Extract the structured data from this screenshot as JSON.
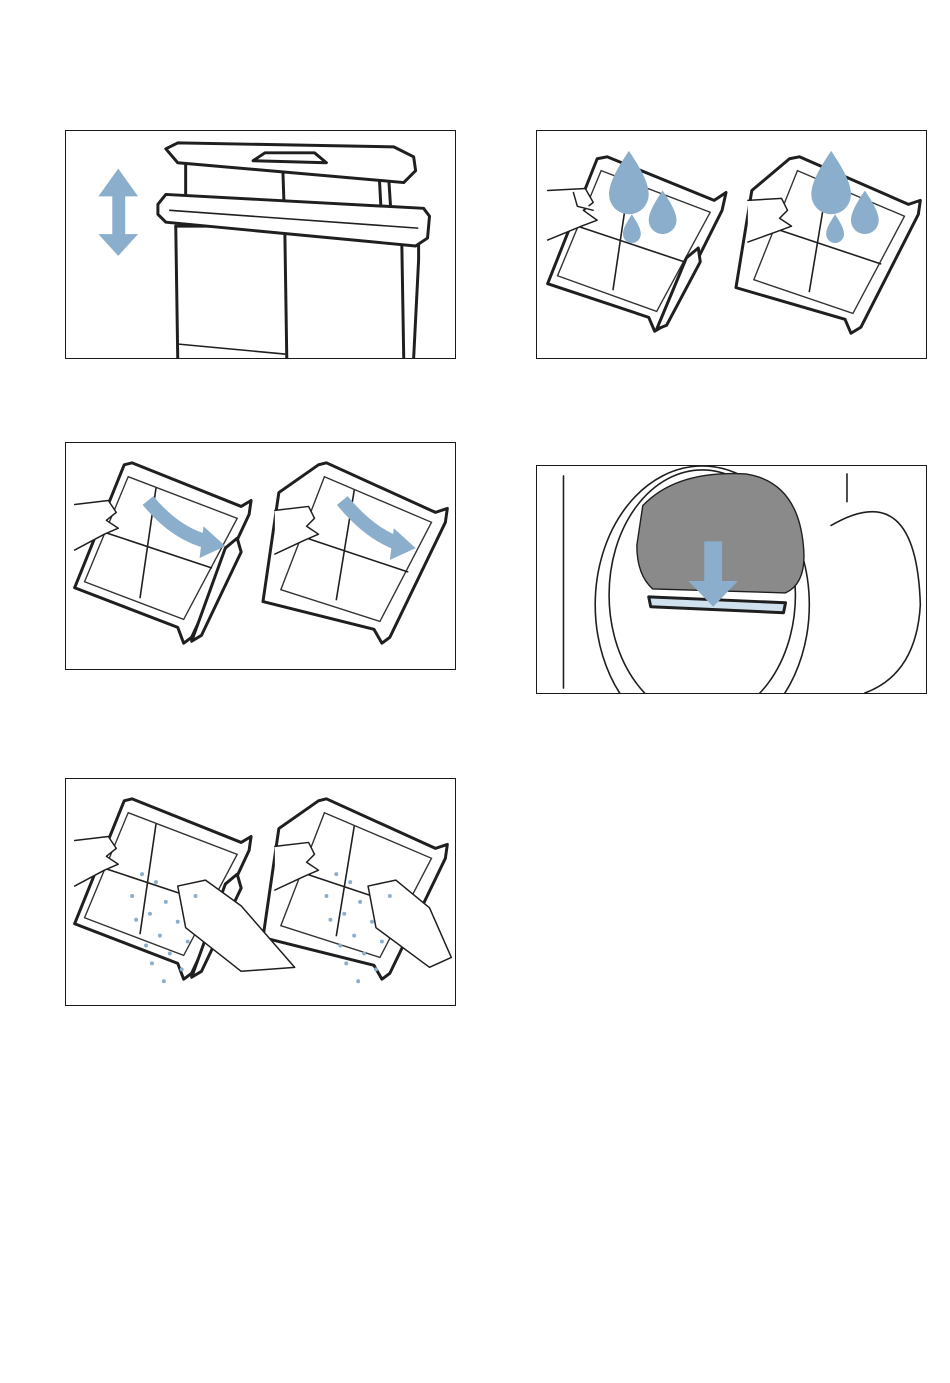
{
  "page": {
    "background": "#ffffff",
    "accent_color": "#8aaecb",
    "line_color": "#1f1f1f"
  },
  "figures": [
    {
      "id": "figure-lift-filter",
      "icons": [
        "double-arrow-icon",
        "lint-filter-insert-icon"
      ]
    },
    {
      "id": "figure-rinse-filter",
      "icons": [
        "water-drop-icon",
        "open-filter-icon"
      ]
    },
    {
      "id": "figure-open-filter",
      "icons": [
        "curved-arrow-icon",
        "open-filter-icon"
      ]
    },
    {
      "id": "figure-insert-filter",
      "icons": [
        "down-arrow-icon",
        "dryer-door-icon"
      ]
    },
    {
      "id": "figure-remove-lint",
      "icons": [
        "lint-particles-icon",
        "hand-icon"
      ]
    }
  ]
}
